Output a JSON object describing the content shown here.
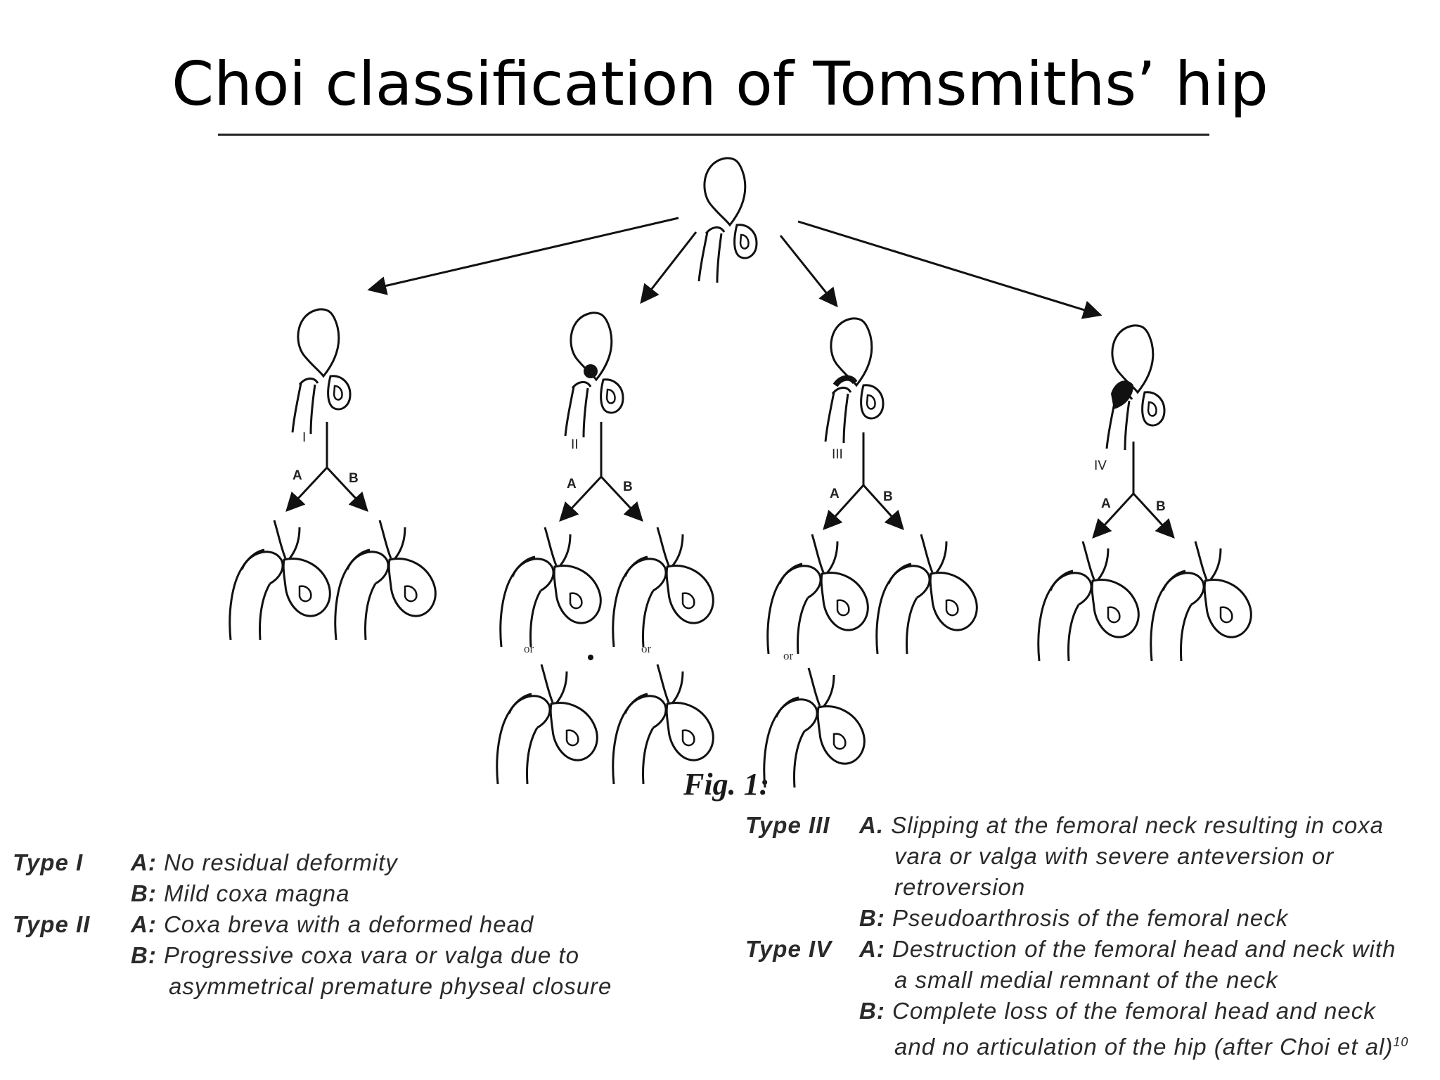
{
  "slide": {
    "title": "Choi classification of Tomsmiths’ hip"
  },
  "figure": {
    "caption": "Fig. 1:",
    "type_labels": [
      "I",
      "II",
      "III",
      "IV"
    ],
    "branch_a": "A",
    "branch_b": "B",
    "or_label": "or"
  },
  "legend": {
    "type1": {
      "name": "Type I",
      "a_key": "A:",
      "a": "No residual deformity",
      "b_key": "B:",
      "b": "Mild coxa magna"
    },
    "type2": {
      "name": "Type II",
      "a_key": "A:",
      "a": "Coxa breva with a deformed head",
      "b_key": "B:",
      "b_line1": "Progressive coxa vara or valga due to",
      "b_line2": "asymmetrical premature physeal closure"
    },
    "type3": {
      "name": "Type III",
      "a_key": "A.",
      "a_line1": "Slipping at the femoral neck resulting in coxa",
      "a_line2": "vara or valga with severe anteversion or",
      "a_line3": "retroversion",
      "b_key": "B:",
      "b": "Pseudoarthrosis of the femoral neck"
    },
    "type4": {
      "name": "Type IV",
      "a_key": "A:",
      "a_line1": "Destruction of the femoral head and neck with",
      "a_line2": "a small medial remnant of the neck",
      "b_key": "B:",
      "b_line1": "Complete loss of the femoral head and neck",
      "b_line2": "and no articulation of the hip (after Choi et al)",
      "ref": "10"
    }
  }
}
